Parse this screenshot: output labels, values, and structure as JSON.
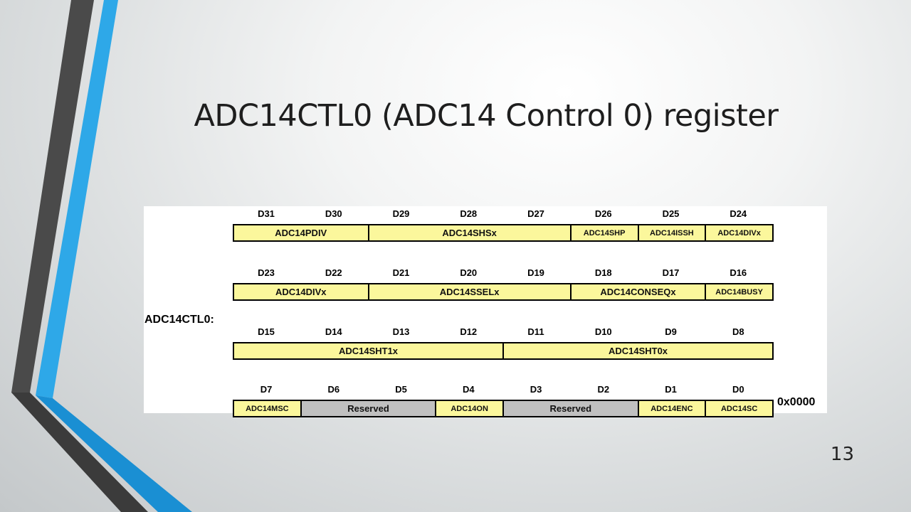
{
  "slide": {
    "title": "ADC14CTL0 (ADC14 Control 0) register",
    "number": "13"
  },
  "colors": {
    "field_fill": "#fbf79c",
    "reserved_fill": "#c0c0c0",
    "stripe_blue": "#2ea8e8",
    "stripe_dark": "#4a4a4a"
  },
  "register": {
    "name": "ADC14CTL0:",
    "reset_value": "0x0000",
    "rows": [
      {
        "bits": [
          "D31",
          "D30",
          "D29",
          "D28",
          "D27",
          "D26",
          "D25",
          "D24"
        ],
        "fields": [
          {
            "label": "ADC14PDIV",
            "span": 2,
            "style": "field"
          },
          {
            "label": "ADC14SHSx",
            "span": 3,
            "style": "field"
          },
          {
            "label": "ADC14SHP",
            "span": 1,
            "style": "field"
          },
          {
            "label": "ADC14ISSH",
            "span": 1,
            "style": "field"
          },
          {
            "label": "ADC14DIVx",
            "span": 1,
            "style": "field"
          }
        ]
      },
      {
        "bits": [
          "D23",
          "D22",
          "D21",
          "D20",
          "D19",
          "D18",
          "D17",
          "D16"
        ],
        "fields": [
          {
            "label": "ADC14DIVx",
            "span": 2,
            "style": "field"
          },
          {
            "label": "ADC14SSELx",
            "span": 3,
            "style": "field"
          },
          {
            "label": "ADC14CONSEQx",
            "span": 2,
            "style": "field"
          },
          {
            "label": "ADC14BUSY",
            "span": 1,
            "style": "field"
          }
        ]
      },
      {
        "bits": [
          "D15",
          "D14",
          "D13",
          "D12",
          "D11",
          "D10",
          "D9",
          "D8"
        ],
        "fields": [
          {
            "label": "ADC14SHT1x",
            "span": 4,
            "style": "field"
          },
          {
            "label": "ADC14SHT0x",
            "span": 4,
            "style": "field"
          }
        ]
      },
      {
        "bits": [
          "D7",
          "D6",
          "D5",
          "D4",
          "D3",
          "D2",
          "D1",
          "D0"
        ],
        "fields": [
          {
            "label": "ADC14MSC",
            "span": 1,
            "style": "field"
          },
          {
            "label": "Reserved",
            "span": 2,
            "style": "reserved"
          },
          {
            "label": "ADC14ON",
            "span": 1,
            "style": "field"
          },
          {
            "label": "Reserved",
            "span": 2,
            "style": "reserved"
          },
          {
            "label": "ADC14ENC",
            "span": 1,
            "style": "field"
          },
          {
            "label": "ADC14SC",
            "span": 1,
            "style": "field"
          }
        ]
      }
    ]
  }
}
